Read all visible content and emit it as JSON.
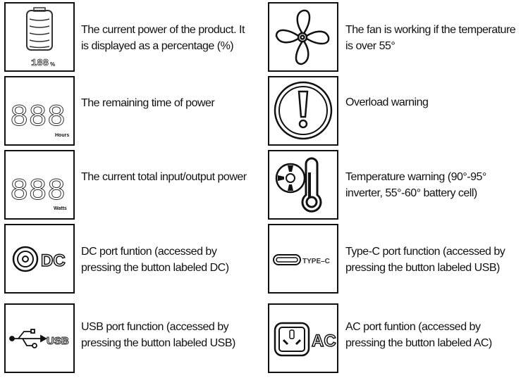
{
  "items": [
    {
      "icon": "battery-level-icon",
      "text": "The current power of the product. It is displayed as a percentage (%)",
      "label": "%"
    },
    {
      "icon": "fan-icon",
      "text": "The fan is working if the temperature is over 55°"
    },
    {
      "icon": "remaining-time-display-icon",
      "text": "The remaining time of power",
      "label": "Hours"
    },
    {
      "icon": "overload-warning-icon",
      "text": "Overload warning"
    },
    {
      "icon": "power-display-icon",
      "text": "The current total input/output power",
      "label": "Watts"
    },
    {
      "icon": "temperature-warning-icon",
      "text": "Temperature warning (90°-95° inverter, 55°-60° battery cell)"
    },
    {
      "icon": "dc-port-icon",
      "text": "DC port funtion (accessed by pressing the button labeled DC)",
      "label": "DC"
    },
    {
      "icon": "type-c-port-icon",
      "text": "Type-C port function (accessed by pressing the button labeled USB)",
      "label": "TYPE–C"
    },
    {
      "icon": "usb-port-icon",
      "text": "USB port function (accessed by pressing the button labeled USB)",
      "label": "USB"
    },
    {
      "icon": "ac-port-icon",
      "text": "AC port funtion (accessed by pressing the button labeled AC)",
      "label": "AC"
    }
  ]
}
